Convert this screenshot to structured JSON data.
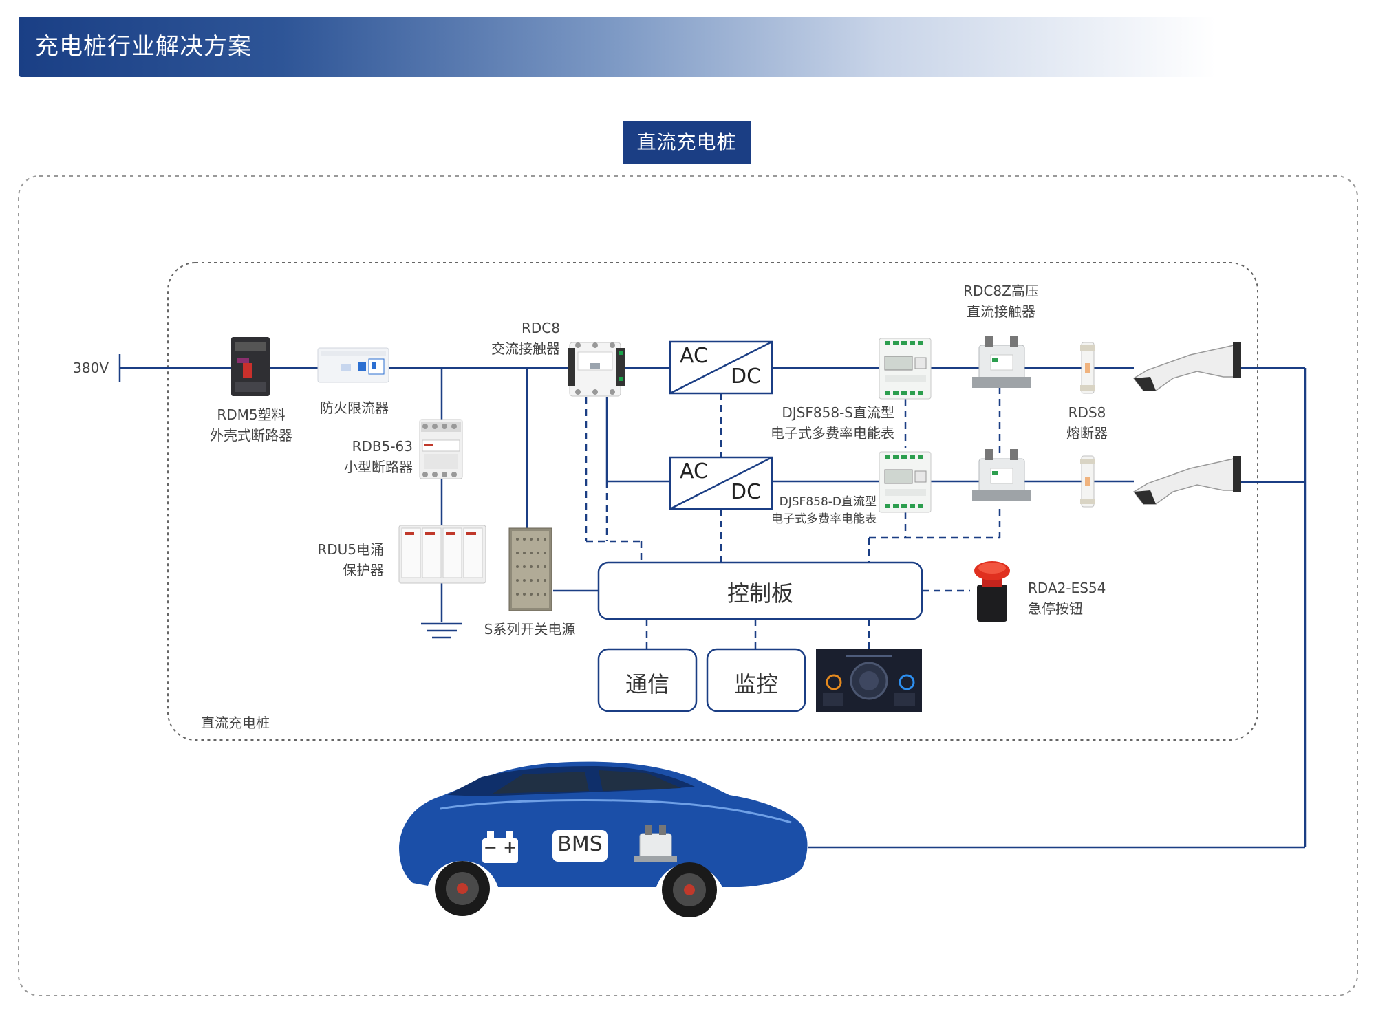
{
  "header": {
    "title": "充电桩行业解决方案"
  },
  "section": {
    "badge": "直流充电桩"
  },
  "diagram": {
    "input_voltage": "380V",
    "inner_frame_label": "直流充电桩",
    "components": {
      "rdm5": {
        "line1": "RDM5塑料",
        "line2": "外壳式断路器"
      },
      "fire": {
        "line1": "防火限流器"
      },
      "rdb5": {
        "line1": "RDB5-63",
        "line2": "小型断路器"
      },
      "rdu5": {
        "line1": "RDU5电涌",
        "line2": "保护器"
      },
      "power": {
        "line1": "S系列开关电源"
      },
      "rdc8": {
        "line1": "RDC8",
        "line2": "交流接触器"
      },
      "rdc8z": {
        "line1": "RDC8Z高压",
        "line2": "直流接触器"
      },
      "meter_s": {
        "line1": "DJSF858-S直流型",
        "line2": "电子式多费率电能表"
      },
      "meter_d": {
        "line1": "DJSF858-D直流型",
        "line2": "电子式多费率电能表"
      },
      "rds8": {
        "line1": "RDS8",
        "line2": "熔断器"
      },
      "estop": {
        "line1": "RDA2-ES54",
        "line2": "急停按钮"
      }
    },
    "converters": [
      {
        "ac": "AC",
        "dc": "DC"
      },
      {
        "ac": "AC",
        "dc": "DC"
      }
    ],
    "control_board": "控制板",
    "comm": "通信",
    "monitor": "监控",
    "bms": "BMS",
    "battery_symbol": "− +"
  },
  "colors": {
    "line": "#1b3e84",
    "accent": "#1b3e84",
    "dash": "#888888"
  }
}
